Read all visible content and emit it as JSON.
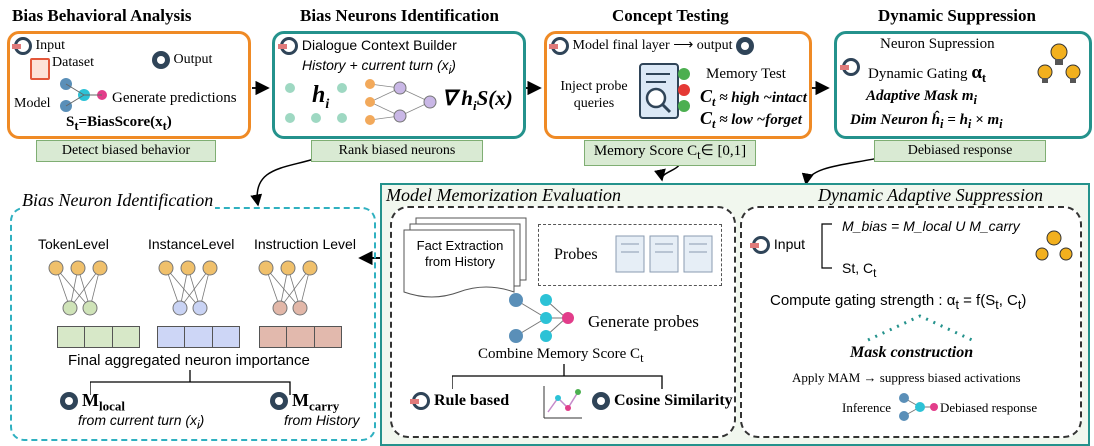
{
  "titles": {
    "bias_behavioral_analysis": "Bias Behavioral Analysis",
    "bias_neurons_identification": "Bias Neurons Identification",
    "concept_testing": "Concept Testing",
    "dynamic_suppression": "Dynamic Suppression"
  },
  "panel1": {
    "input": "Input",
    "dataset": "Dataset",
    "output": "Output",
    "model": "Model",
    "generate_predictions": "Generate predictions",
    "formula": "S",
    "formula_sub": "t",
    "formula_rest": "=BiasScore(x",
    "formula_sub2": "t",
    "formula_end": ")",
    "tag": "Detect biased behavior"
  },
  "panel2": {
    "builder": "Dialogue Context Builder",
    "history": "History +  current turn (x",
    "history_sub": "i",
    "history_end": ")",
    "h": "h",
    "h_sub": "i",
    "grad": "∇ h",
    "grad_sub": "i",
    "grad_end": "S(x)",
    "tag": "Rank biased neurons"
  },
  "panel3": {
    "final_layer": "Model final layer",
    "arrow": "⟶",
    "output": "output",
    "inject": "Inject probe queries",
    "memory_test": "Memory Test",
    "ct_high": "≈ high ~intact",
    "ct_low": "≈ low ~forget",
    "c": "C",
    "c_sub": "t",
    "tag": "Memory Score C",
    "tag_sub": "t",
    "tag_end": "∈ [0,1]"
  },
  "panel4": {
    "neuron_suppression": "Neuron Supression",
    "dynamic_gating": "Dynamic Gating ",
    "alpha": "α",
    "alpha_sub": "t",
    "adaptive_mask": "Adaptive Mask m",
    "adaptive_sub": "i",
    "dim_neuron": "Dim Neuron ĥ",
    "dim_sub": "i",
    "dim_rest": " = h",
    "dim_sub2": "i",
    "dim_end": " × m",
    "dim_sub3": "i",
    "tag": "Debiased response"
  },
  "bottom_left": {
    "title": "Bias Neuron Identification",
    "token": "TokenLevel",
    "instance": "InstanceLevel",
    "instruction": "Instruction Level",
    "final": "Final aggregated neuron importance",
    "m_local": "M",
    "m_local_sub": "local",
    "m_local_desc": "from current turn (x",
    "m_local_desc_sub": "i",
    "m_local_desc_end": ")",
    "m_carry": "M",
    "m_carry_sub": "carry",
    "m_carry_desc": "from History"
  },
  "bottom_mid": {
    "title": "Model Memorization Evaluation",
    "fact": "Fact Extraction from History",
    "probes": "Probes",
    "generate_probes": "Generate probes",
    "combine": "Combine Memory Score C",
    "combine_sub": "t",
    "rule": "Rule based",
    "cosine": "Cosine Similarity"
  },
  "bottom_right": {
    "title": "Dynamic Adaptive  Suppression",
    "input": "Input",
    "m_bias": "M_bias = M_local U M_carry",
    "st_ct": "St, C",
    "st_ct_sub": "t",
    "gating": "Compute gating strength : α",
    "gating_sub": "t",
    "gating_mid": " = f(S",
    "gating_sub2": "t",
    "gating_mid2": ", C",
    "gating_sub3": "t",
    "gating_end": ")",
    "mask": "Mask construction",
    "apply": "Apply MAM → suppress biased activations",
    "inference": "Inference",
    "debiased": "Debiased response"
  },
  "colors": {
    "orange": "#ef8a25",
    "teal": "#24928c",
    "tag_fill": "#d9ead3"
  }
}
